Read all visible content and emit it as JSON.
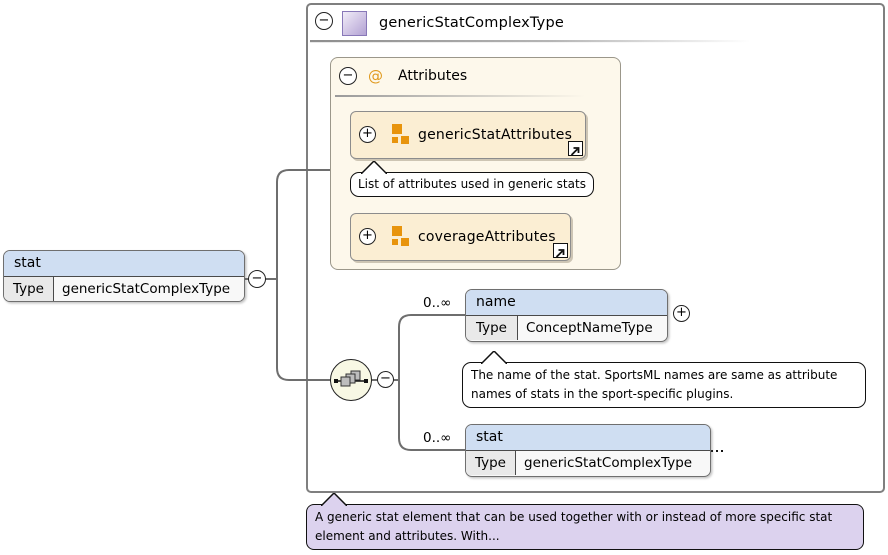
{
  "diagram": {
    "title": "genericStatComplexType",
    "glyphs": {
      "collapse": "−",
      "expand": "+"
    },
    "attributes_group": {
      "at_symbol": "@",
      "label": "Attributes",
      "items": [
        {
          "name": "genericStatAttributes",
          "tooltip": "List of attributes used in generic stats"
        },
        {
          "name": "coverageAttributes"
        }
      ]
    },
    "root_element": {
      "name": "stat",
      "type_label": "Type",
      "type_value": "genericStatComplexType"
    },
    "children": [
      {
        "cardinality": "0..∞",
        "name": "name",
        "type_label": "Type",
        "type_value": "ConceptNameType",
        "annotation": "The name of the stat. SportsML names are same as attribute names of stats in the sport-specific plugins."
      },
      {
        "cardinality": "0..∞",
        "name": "stat",
        "type_label": "Type",
        "type_value": "genericStatComplexType"
      }
    ],
    "footer_annotation": "A generic stat element that can be used together with or instead of more specific stat element and attributes. With...",
    "colors": {
      "element_header_blue": "#cfdef2",
      "attributes_group_bg": "#fdf8eb",
      "attribute_item_bg": "#fbeed3",
      "footer_annotation_bg": "#dcd2ee",
      "accent_orange": "#e8940c",
      "connector_gray": "#6e6e6e",
      "complex_type_icon_purple": "#b2a2d3"
    }
  }
}
